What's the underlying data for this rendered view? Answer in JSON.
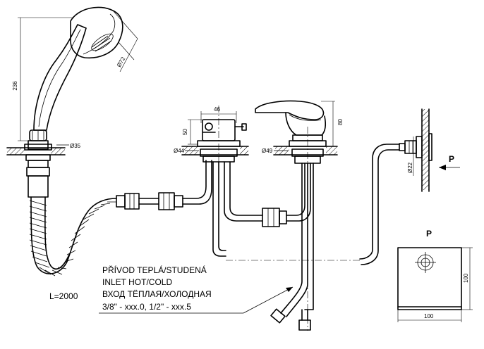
{
  "labels": {
    "hose_length": "L=2000",
    "dim_236": "236",
    "dim_d72": "Ø72",
    "dim_d35": "Ø35",
    "dim_46": "46",
    "dim_50": "50",
    "dim_d44": "Ø44",
    "dim_d49": "Ø49",
    "dim_80": "80",
    "dim_d22": "Ø22",
    "view_p": "P",
    "view_p_title": "P",
    "dim_100_h": "100",
    "dim_100_w": "100"
  },
  "note": {
    "line1": "PŘÍVOD TEPLÁ/STUDENÁ",
    "line2": "INLET HOT/COLD",
    "line3": "ВХОД ТЁПЛАЯ/ХОЛОДНАЯ",
    "line4": "3/8\" - xxx.0, 1/2\" - xxx.5"
  }
}
